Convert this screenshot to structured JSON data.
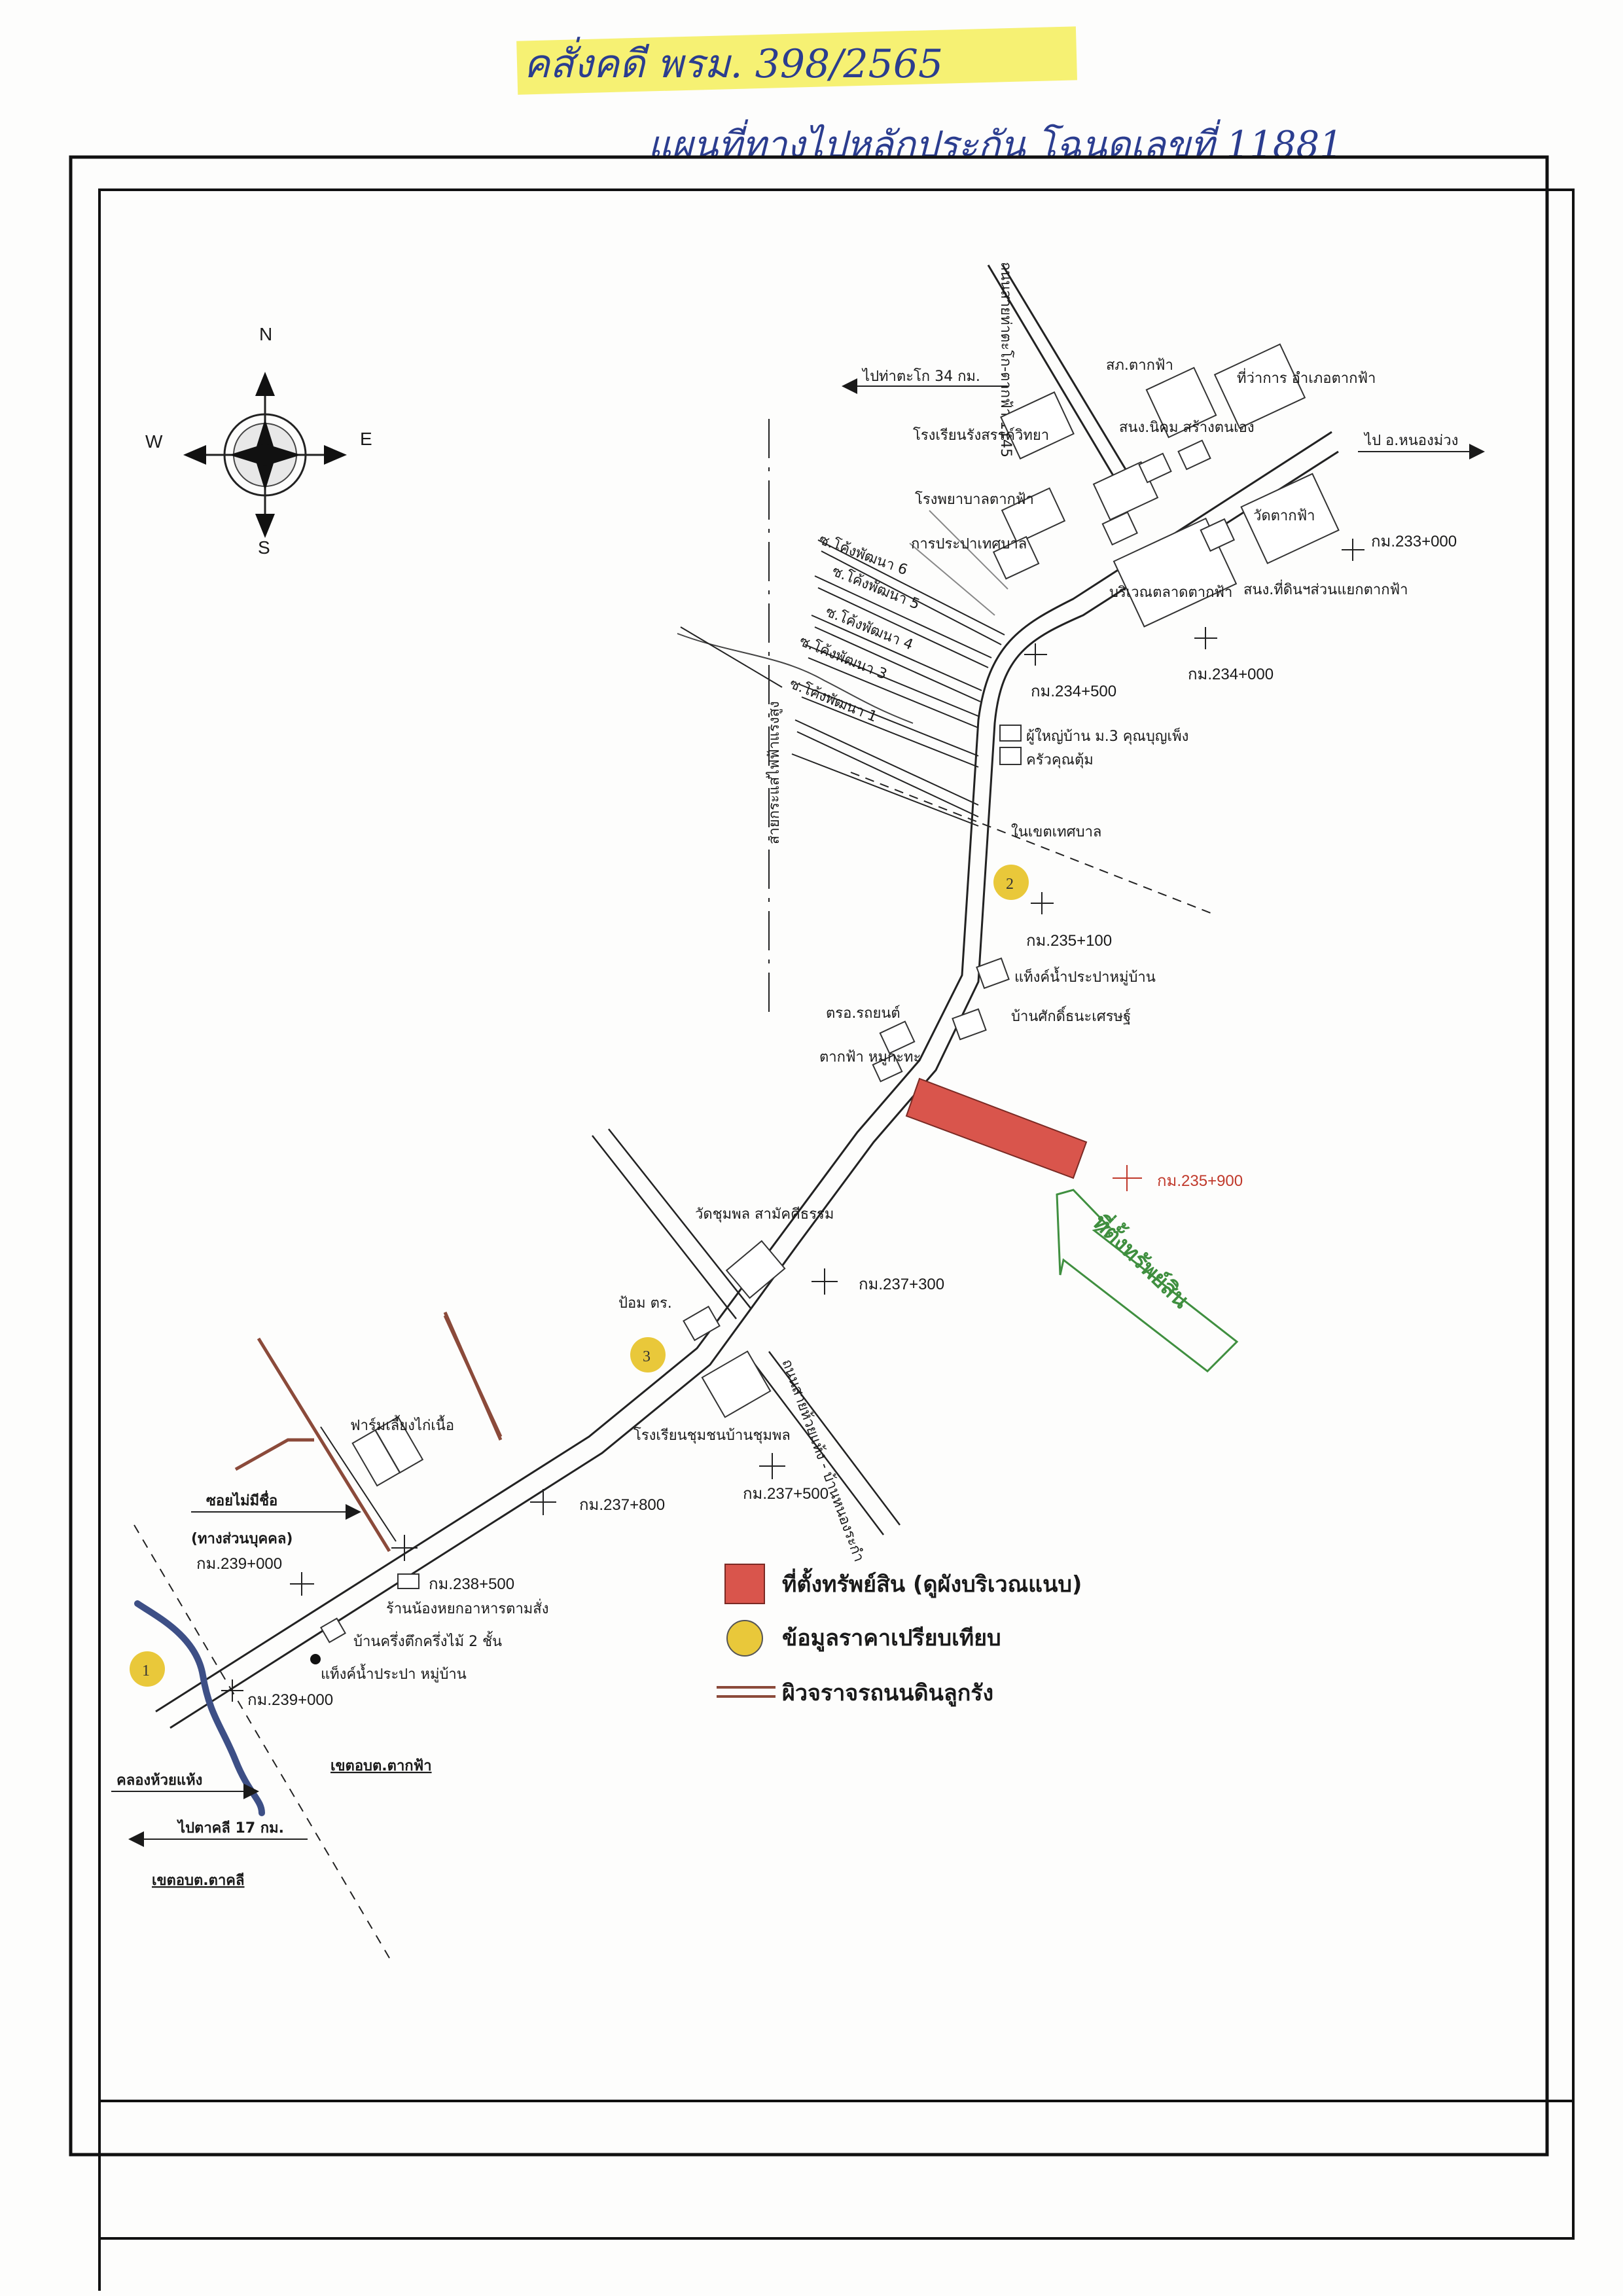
{
  "header": {
    "order_ref": "คสั่งคดี พรม. 398/2565",
    "subtitle": "แผนที่ทางไปหลักประกัน โฉนดเลขที่ 11881"
  },
  "compass": {
    "n": "N",
    "s": "S",
    "e": "E",
    "w": "W"
  },
  "labels": {
    "to_tha_tako": "ไปท่าตะโก 34 กม.",
    "rd_1145": "ถนนสายท่าตะโก-ตากฟ้า 1145",
    "police_takfa": "สภ.ตากฟ้า",
    "district_office": "ที่ว่าการ อำเภอตากฟ้า",
    "school_rung": "โรงเรียนรังสรรค์วิทยา",
    "nikhom": "สนง.นิคม สร้างตนเอง",
    "to_nongmuang": "ไป อ.หนองม่วง",
    "hospital": "โรงพยาบาลตากฟ้า",
    "wat_takfa": "วัดตากฟ้า",
    "waterworks": "การประปาเทศบาล",
    "market": "บริเวณตลาดตากฟ้า",
    "land_office": "สนง.ที่ดินฯส่วนแยกตากฟ้า",
    "soi6": "ซ.โค้งพัฒนา 6",
    "soi5": "ซ.โค้งพัฒนา 5",
    "soi4": "ซ.โค้งพัฒนา 4",
    "soi3": "ซ.โค้งพัฒนา 3",
    "soi1": "ซ.โค้งพัฒนา 1",
    "hv_line": "สายกระแสไฟฟ้าแรงสูง",
    "headman": "ผู้ใหญ่บ้าน ม.3 คุณบุญเพ็ง",
    "kitchen": "ครัวคุณตุ้ม",
    "municipal": "ในเขตเทศบาล",
    "water_tank": "แท็งค์น้ำประปาหมู่บ้าน",
    "house_sak": "บ้านศักดิ์ธนะเศรษฐ์",
    "highway_police": "ตรอ.รถยนต์",
    "moo_kata": "ตากฟ้า หมูกะทะ",
    "wat_chumphon": "วัดชุมพล สามัคคีธรรม",
    "police_box": "ป้อม ตร.",
    "rd_huaykaeng": "ถนนสายห้วยแห้ง - บ้านหนองระกำ",
    "school_chumphon": "โรงเรียนชุมชนบ้านชุมพล",
    "chicken_farm": "ฟาร์มเลี้ยงไก่เนื้อ",
    "soi_noname": "ซอยไม่มีชื่อ",
    "private_road": "(ทางส่วนบุคคล)",
    "restaurant": "ร้านน้องหยกอาหารตามสั่ง",
    "house_2fl": "บ้านครึ่งตึกครึ่งไม้ 2 ชั้น",
    "village_tank": "แท็งค์น้ำประปา หมู่บ้าน",
    "canal": "คลองห้วยแห้ง",
    "to_takhli": "ไปตาคลี 17 กม.",
    "zone_takfa": "เขตอบต.ตากฟ้า",
    "zone_takhli": "เขตอบต.ตาคลี",
    "property_here": "ที่ตั้งทรัพย์สิน"
  },
  "km_posts": {
    "k233": "กม.233+000",
    "k234": "กม.234+000",
    "k234_5": "กม.234+500",
    "k235_1": "กม.235+100",
    "k235_9": "กม.235+900",
    "k237_3": "กม.237+300",
    "k237_5": "กม.237+500",
    "k237_8": "กม.237+800",
    "k238_5": "กม.238+500",
    "k239_a": "กม.239+000",
    "k239_b": "กม.239+000"
  },
  "comparables": [
    "1",
    "2",
    "3"
  ],
  "legend": {
    "property": "ที่ตั้งทรัพย์สิน (ดูผังบริเวณแนบ)",
    "comparable": "ข้อมูลราคาเปรียบเทียบ",
    "dirt_road": "ผิวจราจรถนนดินลูกรัง"
  },
  "colors": {
    "property_red": "#d9554c",
    "comparable_yellow": "#e9c83a",
    "dirt_road_brown": "#8b4a3a",
    "canal_blue": "#3d4f86",
    "arrow_green": "#3f8f3f",
    "highlighter": "#f5ef5a",
    "ink_blue": "#2b3d8f"
  }
}
